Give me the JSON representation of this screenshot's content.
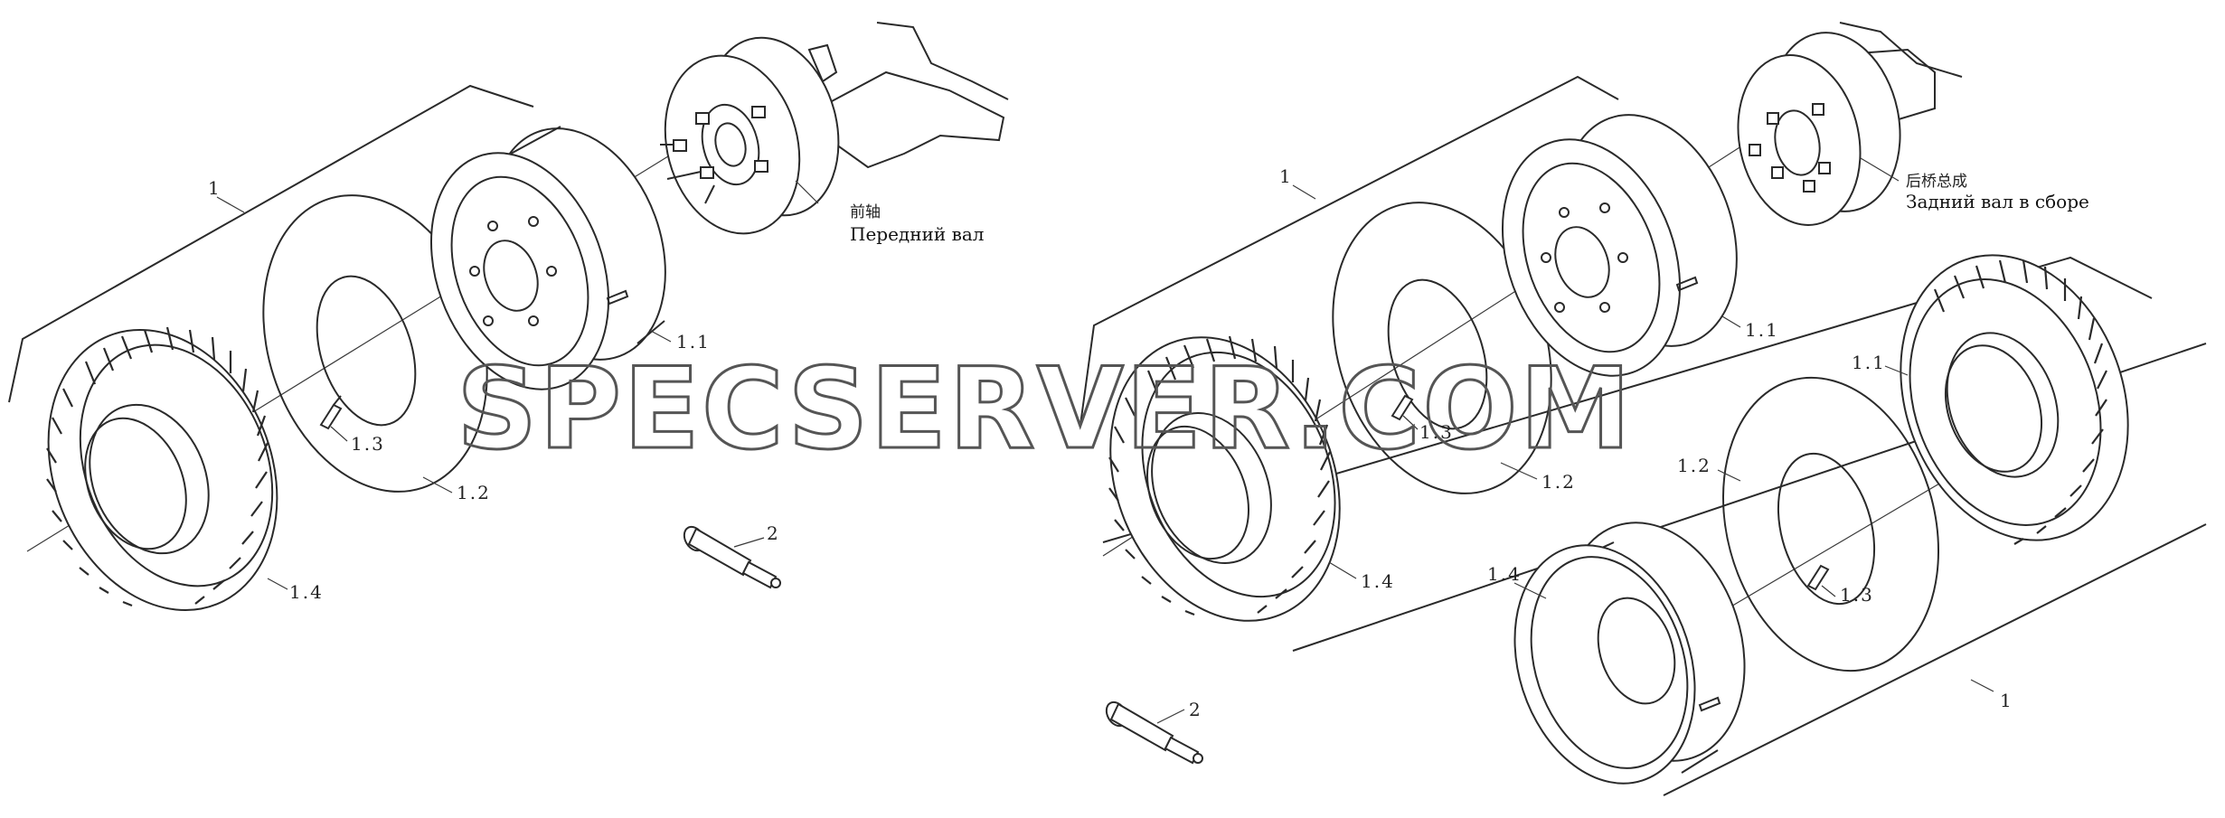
{
  "diagram": {
    "front_assembly": {
      "callouts": {
        "wheel_assembly": "1",
        "rim": "1.1",
        "tube": "1.2",
        "valve": "1.3",
        "tire": "1.4",
        "tool": "2"
      },
      "axle_label_cn": "前轴",
      "axle_label_ru": "Передний вал"
    },
    "rear_assembly": {
      "callouts": {
        "wheel_assembly_upper": "1",
        "rim_upper": "1.1",
        "tube_upper": "1.2",
        "valve_upper": "1.3",
        "tire_upper": "1.4",
        "tire_right": "1.1",
        "tube_right": "1.2",
        "valve_right": "1.3",
        "rim_lower": "1.4",
        "wheel_assembly_lower": "1",
        "tool": "2"
      },
      "axle_label_cn": "后桥总成",
      "axle_label_ru": "Задний вал в сборе"
    },
    "watermark": "SPECSERVER.COM"
  }
}
